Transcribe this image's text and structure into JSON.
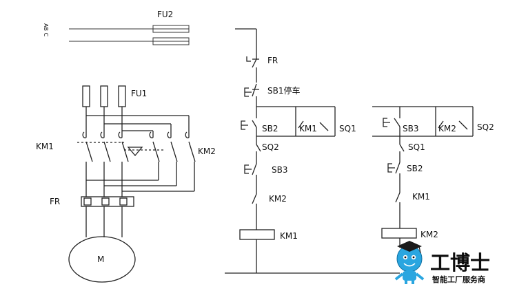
{
  "power_circuit": {
    "phase_labels": "AB C",
    "fuse_fu2": "FU2",
    "fuse_fu1": "FU1",
    "contactor_left": "KM1",
    "contactor_right": "KM2",
    "overload_relay": "FR",
    "motor": "M"
  },
  "control_circuit_1": {
    "overload_contact": "FR",
    "stop_button": "SB1停车",
    "start_button": "SB2",
    "holding_contact": "KM1",
    "limit_switch_parallel": "SQ1",
    "limit_switch_series": "SQ2",
    "interlock_button": "SB3",
    "interlock_contact": "KM2",
    "coil": "KM1"
  },
  "control_circuit_2": {
    "start_button": "SB3",
    "holding_contact": "KM2",
    "limit_switch_parallel": "SQ2",
    "limit_switch_series": "SQ1",
    "interlock_button": "SB2",
    "interlock_contact": "KM1",
    "coil": "KM2"
  },
  "logo": {
    "name": "工博士",
    "tagline": "智能工厂服务商",
    "colors": {
      "mascot": "#2aa6e0",
      "cap": "#1b1b1b",
      "text": "#0d0d0d"
    }
  }
}
